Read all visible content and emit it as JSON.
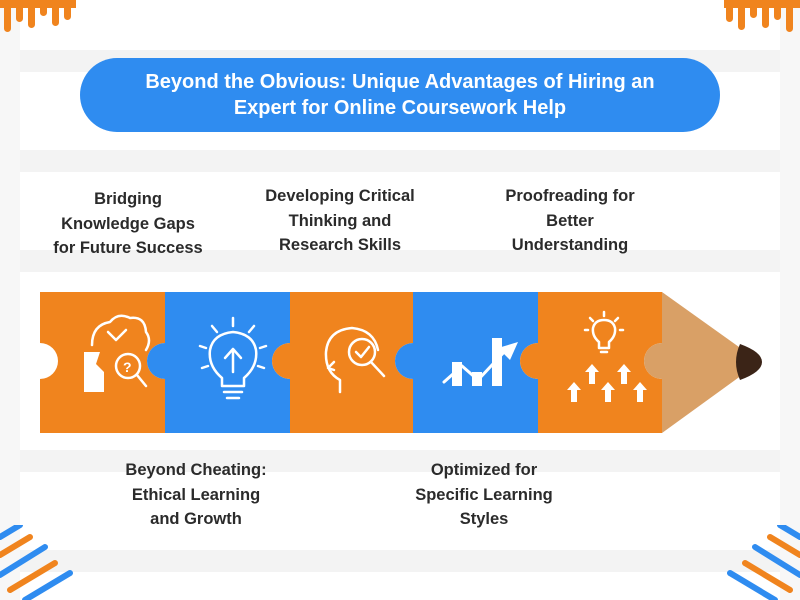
{
  "title": {
    "line1": "Beyond the Obvious: Unique Advantages of Hiring an",
    "line2": "Expert for Online Coursework Help"
  },
  "steps_top": [
    {
      "lines": [
        "Bridging",
        "Knowledge Gaps",
        "for Future Success"
      ],
      "icon": "brain-question-icon"
    },
    {
      "lines": [
        "Developing Critical",
        "Thinking and",
        "Research Skills"
      ],
      "icon": "head-magnifier-icon"
    },
    {
      "lines": [
        "Proofreading for",
        "Better",
        "Understanding"
      ],
      "icon": "lightbulb-arrows-icon"
    }
  ],
  "steps_bottom": [
    {
      "lines": [
        "Beyond Cheating:",
        "Ethical Learning",
        "and Growth"
      ],
      "icon": "lightbulb-growth-icon"
    },
    {
      "lines": [
        "Optimized for",
        "Specific Learning",
        "Styles"
      ],
      "icon": "rising-chart-icon"
    }
  ],
  "colors": {
    "orange": "#f0841e",
    "blue": "#2f8cf0",
    "pencil_wood": "#d9a066",
    "pencil_lead": "#3b2417",
    "text": "#2b2b2b",
    "stripe": "#f3f3f3"
  }
}
